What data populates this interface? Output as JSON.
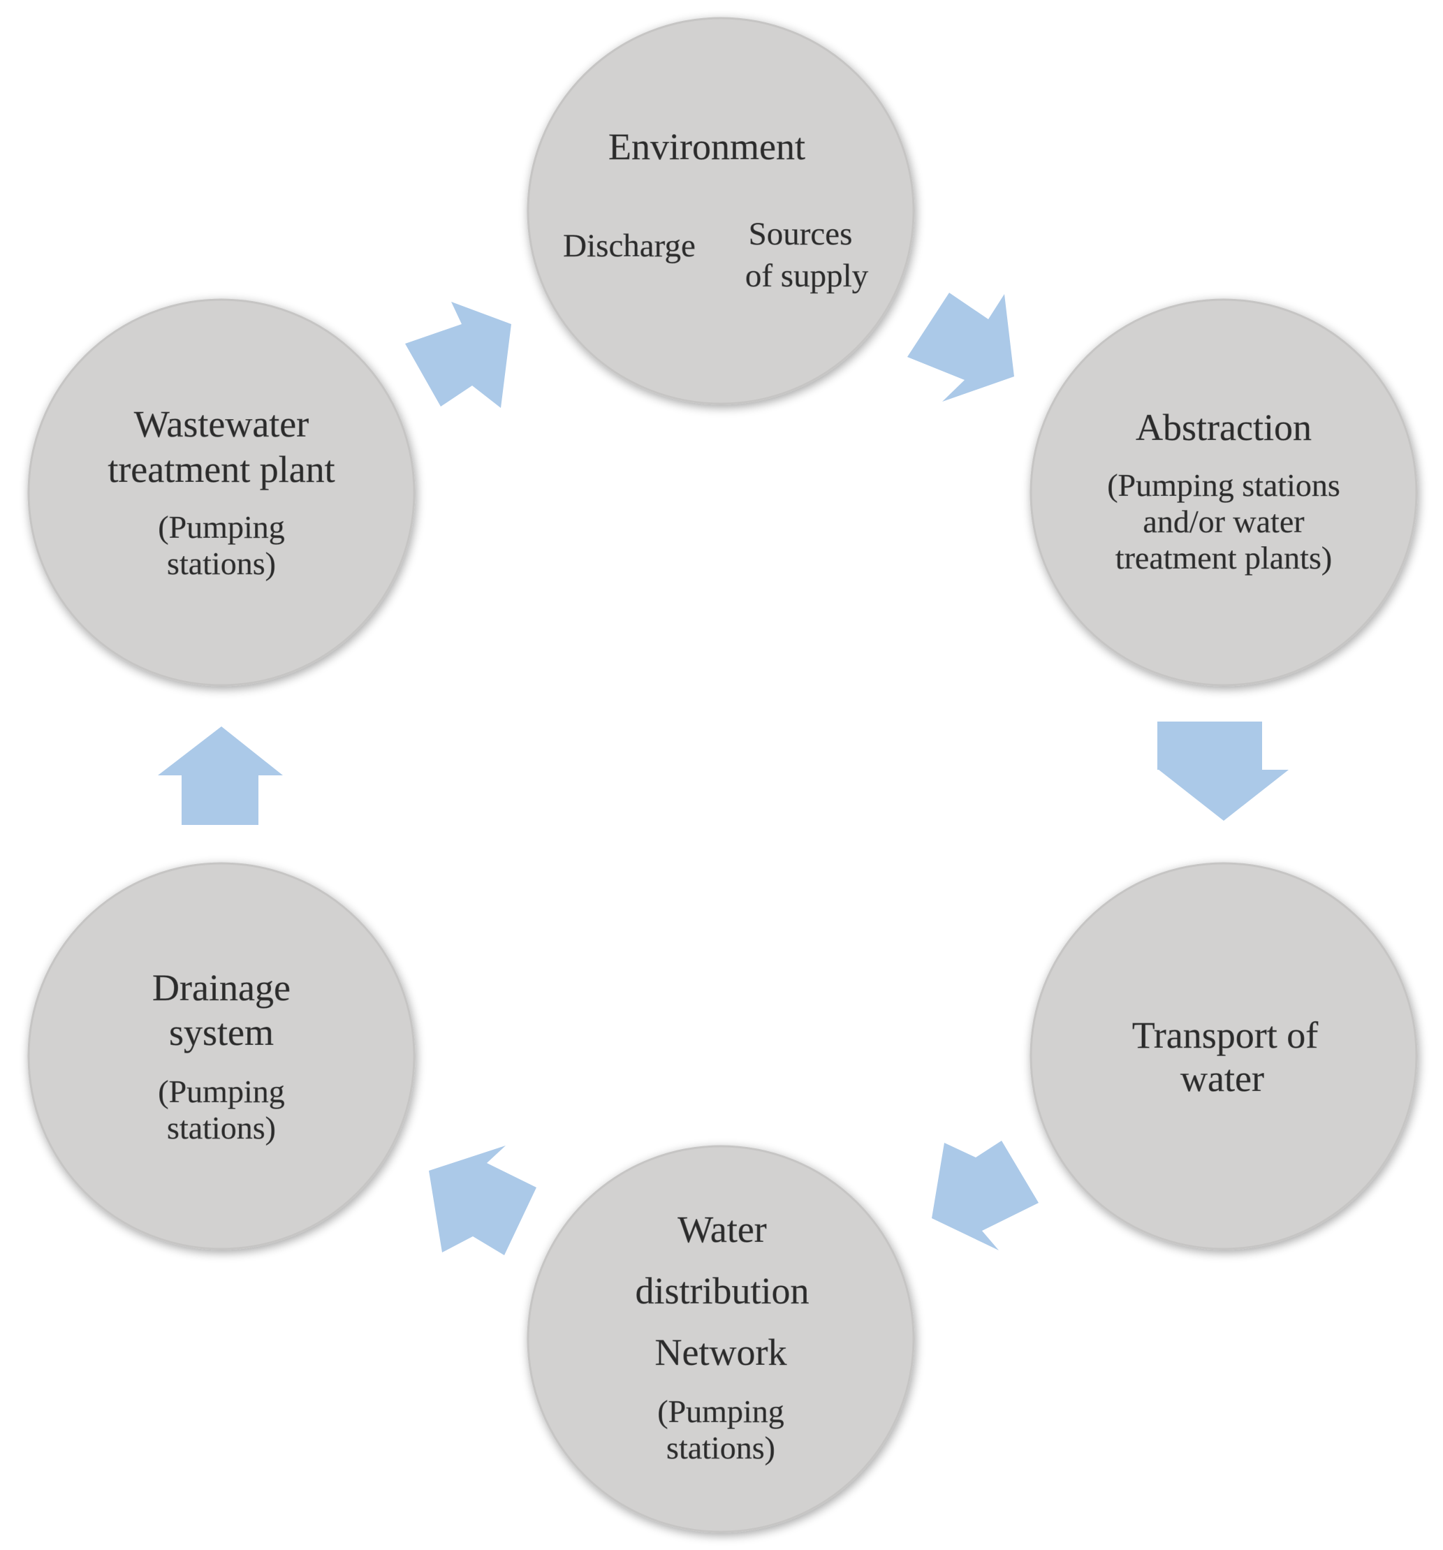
{
  "diagram": {
    "nodes": {
      "environment": {
        "title": "Environment",
        "left_label": "Discharge",
        "right_label_line1": "Sources",
        "right_label_line2": "of supply"
      },
      "abstraction": {
        "title": "Abstraction",
        "sub_line1": "(Pumping stations",
        "sub_line2": "and/or water",
        "sub_line3": "treatment plants)"
      },
      "transport": {
        "title_line1": "Transport of",
        "title_line2": "water"
      },
      "distribution": {
        "title_line1": "Water",
        "title_line2": "distribution",
        "title_line3": "Network",
        "sub_line1": "(Pumping",
        "sub_line2": "stations)"
      },
      "drainage": {
        "title_line1": "Drainage",
        "title_line2": "system",
        "sub_line1": "(Pumping",
        "sub_line2": "stations)"
      },
      "wastewater": {
        "title_line1": "Wastewater",
        "title_line2": "treatment  plant",
        "sub_line1": "(Pumping",
        "sub_line2": "stations)"
      }
    },
    "colors": {
      "circle_fill": "#d2d1d0",
      "arrow_fill": "#abc9e8",
      "text": "#2b2b2b"
    }
  }
}
